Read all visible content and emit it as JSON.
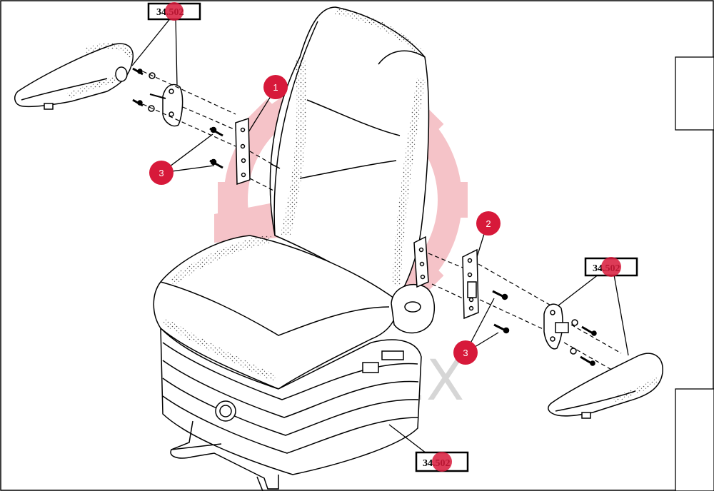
{
  "diagram": {
    "callouts": [
      {
        "id": "c1",
        "label": "1"
      },
      {
        "id": "c2",
        "label": "2"
      },
      {
        "id": "c3a",
        "label": "3"
      },
      {
        "id": "c3b",
        "label": "3"
      }
    ],
    "refs": [
      {
        "id": "ref-top-left",
        "label": "34.502"
      },
      {
        "id": "ref-right",
        "label": "34.502"
      },
      {
        "id": "ref-bottom",
        "label": "34.502"
      }
    ],
    "watermark": "ИНТЕХ",
    "colors": {
      "callout": "#d7193a",
      "line": "#000000",
      "watermark": "#f4b9bf"
    }
  }
}
